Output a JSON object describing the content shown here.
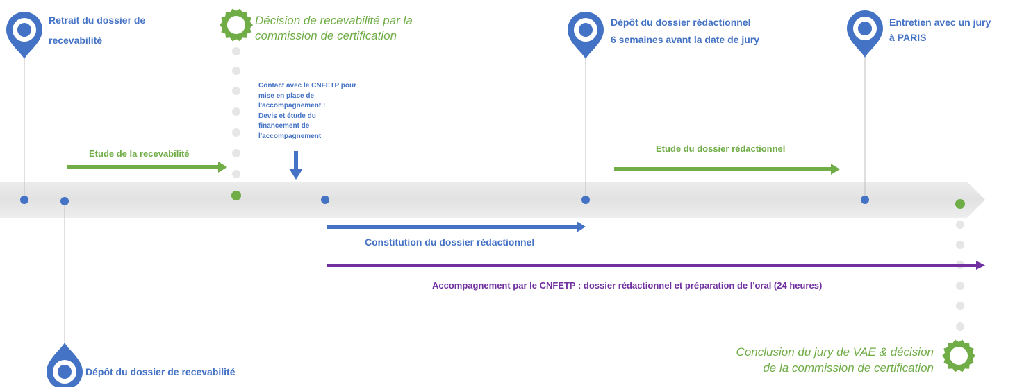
{
  "colors": {
    "blue": "#4472c4",
    "green": "#70ad47",
    "purple": "#7030a0",
    "band": "#e7e6e6",
    "dot_grey": "#e6e6e6",
    "stem": "#bfbfbf"
  },
  "milestones": {
    "retrait": [
      "Retrait du dossier de",
      "recevabilité"
    ],
    "decision": [
      "Décision de recevabilité par la",
      "commission de certification"
    ],
    "depot_redac": [
      "Dépôt du dossier rédactionnel",
      "6 semaines avant la date de jury"
    ],
    "entretien": [
      "Entretien avec un jury",
      "à PARIS"
    ],
    "depot_recev": "Dépôt du dossier de recevabilité",
    "conclusion": [
      "Conclusion du jury de VAE & décision",
      "de la commission de certification"
    ]
  },
  "contact_note": [
    "Contact avec le CNFETP pour",
    "mise en place de",
    "l'accompagnement :",
    "Devis et étude du",
    "financement de",
    "l'accompagnement"
  ],
  "phases": {
    "etude_recevabilite": "Etude de la recevabilité",
    "etude_dossier": "Etude du dossier rédactionnel",
    "constitution": "Constitution du dossier rédactionnel",
    "accompagnement": "Accompagnement par le CNFETP : dossier rédactionnel et préparation de l'oral  (24 heures)"
  },
  "icons": {
    "location_pin": "map-pin-icon",
    "seal": "seal-badge-icon",
    "arrow_down": "down-arrow-icon"
  }
}
